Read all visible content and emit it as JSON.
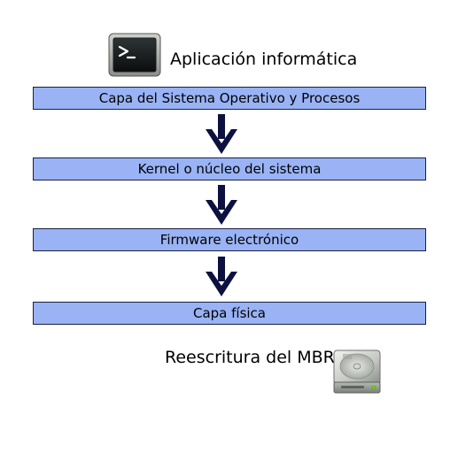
{
  "top_label": "Aplicación informática",
  "layers": [
    {
      "label": "Capa del Sistema Operativo y Procesos"
    },
    {
      "label": "Kernel o núcleo del sistema"
    },
    {
      "label": "Firmware electrónico"
    },
    {
      "label": "Capa física"
    }
  ],
  "bottom_label": "Reescritura del MBR",
  "icons": {
    "top": "terminal-icon",
    "bottom": "hard-drive-icon"
  },
  "colors": {
    "layer_fill": "#99b3f5",
    "layer_border": "#1a1f40",
    "arrow": "#0d1140"
  }
}
